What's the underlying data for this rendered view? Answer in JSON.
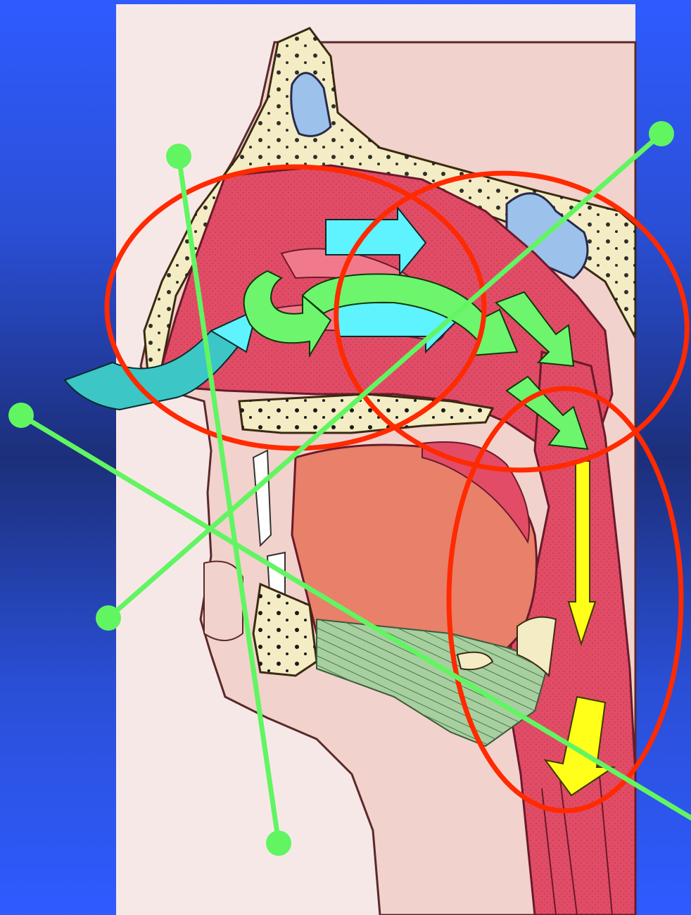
{
  "diagram": {
    "subject": "sagittal-section-head-neck",
    "colors": {
      "background_top": "#2f5bff",
      "background_mid": "#1c2f7a",
      "panel": "#f7e8e8",
      "bone": "#f4ecc4",
      "sinus": "#9cc2ec",
      "mucosa": "#e24c66",
      "tongue": "#e8806a",
      "muscle": "#a7cfa0",
      "region_outline": "#ff2a00",
      "pointer_line": "#62f562",
      "flow_cyan": "#5ff2ff",
      "flow_green": "#6ef56e",
      "flow_yellow": "#ffff1a",
      "inhaled_air": "#3cc6c6"
    },
    "region_outlines": [
      {
        "name": "nasal-cavity"
      },
      {
        "name": "nasopharynx"
      },
      {
        "name": "oropharynx-hypopharynx"
      }
    ],
    "flow_arrows": [
      {
        "name": "cyan-upper-flow"
      },
      {
        "name": "cyan-lower-flow"
      },
      {
        "name": "cyan-intake-flow"
      },
      {
        "name": "green-curl-flow"
      },
      {
        "name": "green-arc-flow"
      },
      {
        "name": "green-pharynx-flow-1"
      },
      {
        "name": "green-pharynx-flow-2"
      },
      {
        "name": "yellow-downward-flow"
      },
      {
        "name": "yellow-lower-flow"
      }
    ],
    "pointer_lines": [
      {
        "name": "pointer-line-top-left"
      },
      {
        "name": "pointer-line-top-right"
      },
      {
        "name": "pointer-line-left"
      }
    ]
  }
}
